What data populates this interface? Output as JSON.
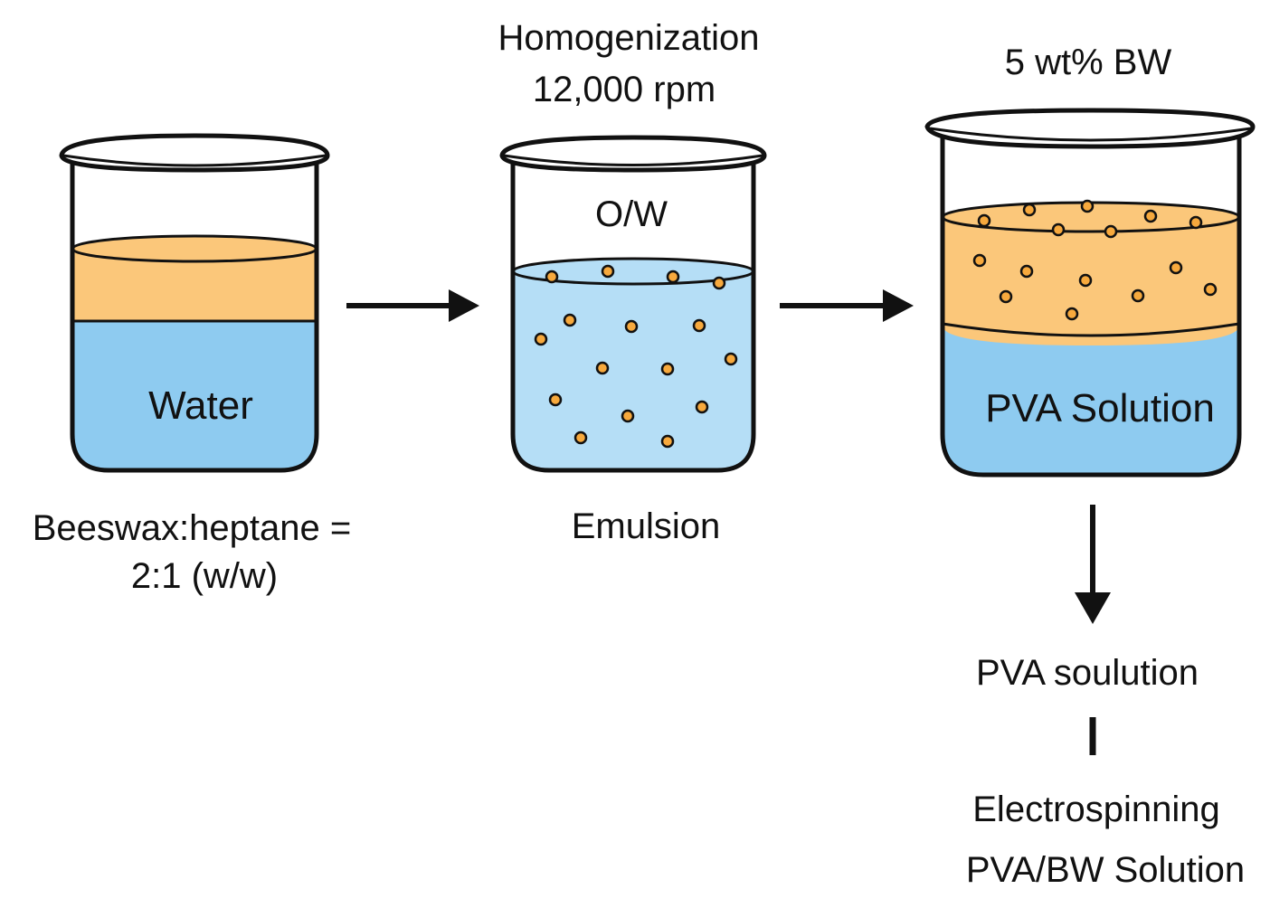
{
  "colors": {
    "water": "#8ecbf0",
    "light_water": "#b5def6",
    "wax": "#fbc77a",
    "droplet": "#f7a93d",
    "outline": "#111111"
  },
  "beaker1": {
    "liquid_label": "Water",
    "caption_line1": "Beeswax:heptane =",
    "caption_line2": "2:1 (w/w)"
  },
  "beaker2": {
    "top_line1": "Homogenization",
    "top_line2": "12,000 rpm",
    "inner_label": "O/W",
    "caption": "Emulsion"
  },
  "beaker3": {
    "top_label": "5 wt% BW",
    "liquid_label": "PVA Solution"
  },
  "bottom": {
    "line1": "PVA soulution",
    "line2": "Electrospinning",
    "line3": "PVA/BW Solution"
  }
}
